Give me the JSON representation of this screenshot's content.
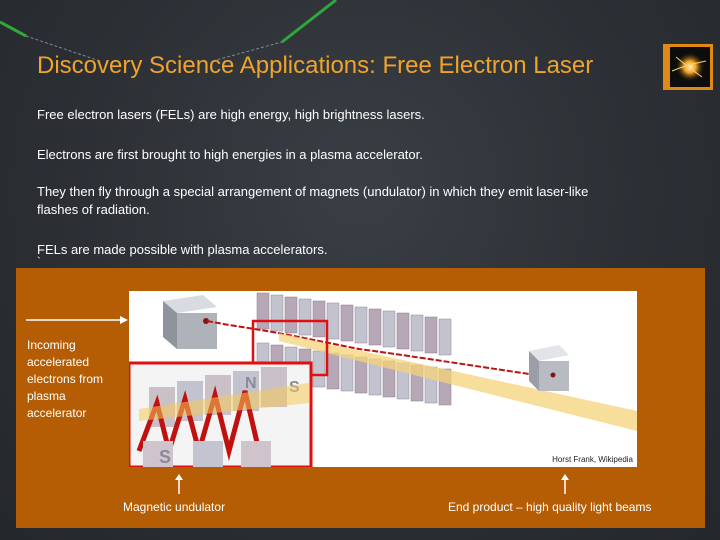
{
  "slide": {
    "title": "Discovery Science Applications: Free Electron Laser",
    "paragraphs": [
      "Free electron lasers (FELs) are high energy, high brightness lasers.",
      "Electrons are first brought to high energies in a plasma accelerator.",
      "They then fly through a special arrangement of magnets (undulator) in which they emit laser-like flashes of radiation.",
      "FELs are made possible with plasma accelerators."
    ],
    "stray_mark": "`"
  },
  "figure": {
    "incoming_label": "Incoming accelerated electrons from plasma accelerator",
    "credit": "Horst Frank, Wikipedia",
    "magnet_letters": [
      "N",
      "S"
    ],
    "caption_left": "Magnetic undulator",
    "caption_right": "End product – high quality light beams"
  },
  "colors": {
    "title": "#f0a32a",
    "panel": "#b55d04",
    "highlight_box": "#e01010",
    "deco_line": "#2ea83a"
  },
  "icons": [
    "logo-icon",
    "right-arrow-icon",
    "up-arrow-icon"
  ]
}
